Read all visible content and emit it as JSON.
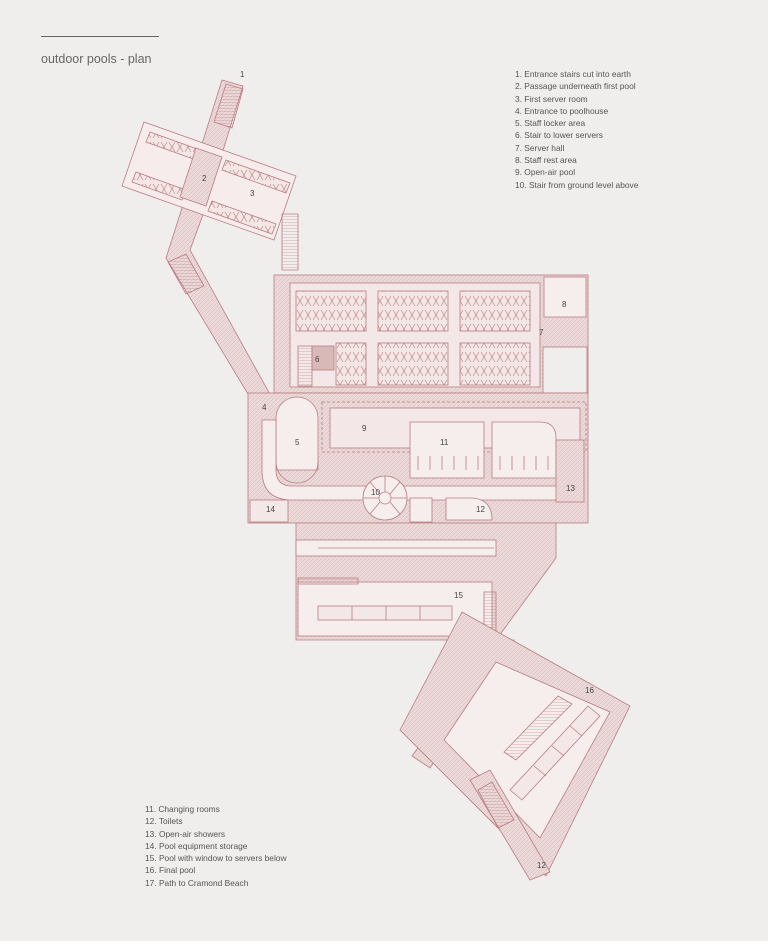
{
  "title": "outdoor pools - plan",
  "legend_top": [
    "1. Entrance stairs cut into earth",
    "2. Passage underneath first pool",
    "3. First server room",
    "4. Entrance to poolhouse",
    "5. Staff locker area",
    "6. Stair to lower servers",
    "7. Server hall",
    "8. Staff rest area",
    "9. Open-air pool",
    "10. Stair from ground level above"
  ],
  "legend_bottom": [
    "11. Changing rooms",
    "12. Toilets",
    "13. Open-air showers",
    "14. Pool equipment storage",
    "15. Pool with window to servers below",
    "16. Final pool",
    "17. Path to Cramond Beach"
  ],
  "plan_labels": {
    "l1": "1",
    "l2": "2",
    "l3": "3",
    "l4": "4",
    "l5": "5",
    "l6": "6",
    "l7": "7",
    "l8": "8",
    "l9": "9",
    "l10": "10",
    "l11": "11",
    "l12a": "12",
    "l12b": "12",
    "l13": "13",
    "l14": "14",
    "l15": "15",
    "l16": "16"
  },
  "colors": {
    "line": "#b97c80",
    "fill": "#ead9d8",
    "text": "#555555",
    "background": "#f0eeec"
  }
}
